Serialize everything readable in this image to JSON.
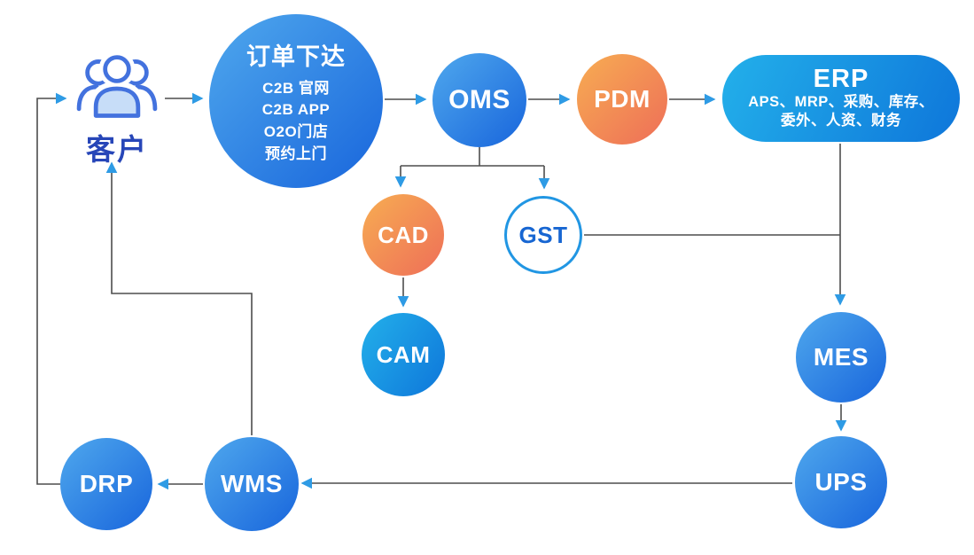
{
  "diagram": {
    "customer": {
      "label": "客户"
    },
    "order": {
      "title": "订单下达",
      "items": [
        "C2B 官网",
        "C2B APP",
        "O2O门店",
        "预约上门"
      ]
    },
    "nodes": {
      "oms": "OMS",
      "pdm": "PDM",
      "erp": {
        "title": "ERP",
        "subtitle_lines": [
          "APS、MRP、采购、库存、",
          "委外、人资、财务"
        ]
      },
      "cad": "CAD",
      "gst": "GST",
      "cam": "CAM",
      "mes": "MES",
      "ups": "UPS",
      "wms": "WMS",
      "drp": "DRP"
    },
    "colors": {
      "blue_gradient_start": "#4FA8ED",
      "blue_gradient_end": "#1865DC",
      "cyan_gradient_start": "#23B0EA",
      "cyan_gradient_end": "#0E76DA",
      "orange_gradient_start": "#F7AD52",
      "orange_gradient_end": "#EE6E58",
      "gst_border": "#2196E3",
      "gst_text": "#1766D2",
      "connector_line": "#4D4D4D",
      "arrowhead": "#2E9BE5",
      "customer_label_text": "#2746B8",
      "customer_icon_stroke": "#4372DE",
      "customer_icon_body_fill": "#C7DDF8"
    }
  }
}
